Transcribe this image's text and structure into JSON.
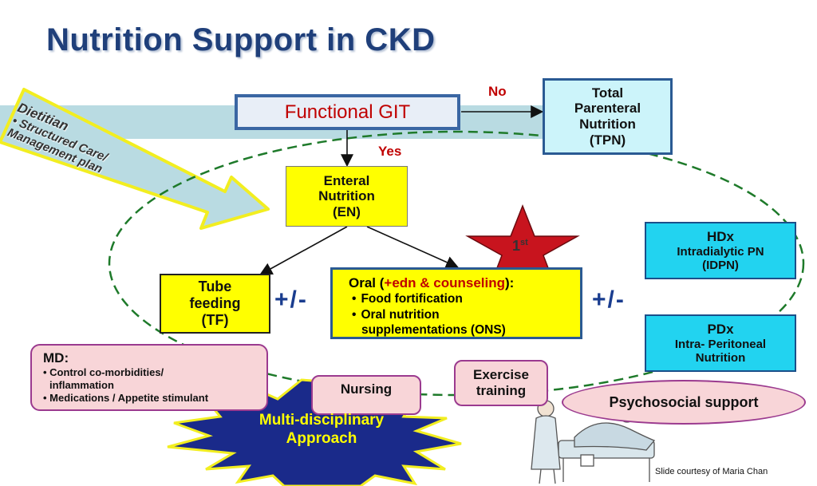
{
  "title": "Nutrition Support in CKD",
  "functional_git": "Functional GIT",
  "no_label": "No",
  "yes_label": "Yes",
  "tpn": [
    "Total",
    "Parenteral",
    "Nutrition",
    "(TPN)"
  ],
  "enteral": [
    "Enteral",
    "Nutrition",
    "(EN)"
  ],
  "tube_feeding": [
    "Tube",
    "feeding",
    "(TF)"
  ],
  "plus_minus": "+/-",
  "oral": {
    "prefix": "Oral (",
    "highlight": "+edn & counseling",
    "suffix": "):",
    "items": [
      "Food fortification",
      "Oral nutrition",
      "supplementations (ONS)"
    ]
  },
  "star": {
    "num": "1",
    "sup": "st"
  },
  "hdx": {
    "title": "HDx",
    "line1": "Intradialytic PN",
    "line2": "(IDPN)"
  },
  "pdx": {
    "title": "PDx",
    "line1": "Intra- Peritoneal",
    "line2": "Nutrition"
  },
  "dietitian": {
    "title": "Dietitian",
    "line1": "• Structured Care/",
    "line2": "Management plan"
  },
  "md": {
    "title": "MD:",
    "items": [
      "• Control co-morbidities/",
      "inflammation",
      "• Medications / Appetite stimulant"
    ]
  },
  "nursing": "Nursing",
  "exercise": [
    "Exercise",
    "training"
  ],
  "psychosocial": "Psychosocial support",
  "multidisciplinary": [
    "Multi-disciplinary",
    "Approach"
  ],
  "credit": "Slide courtesy of Maria Chan",
  "colors": {
    "title": "#1f3f7a",
    "red": "#c00000",
    "yellow": "#ffff00",
    "cyan": "#22d3f0",
    "pink": "#f8d5d8",
    "dashed": "#1e7a2a"
  }
}
